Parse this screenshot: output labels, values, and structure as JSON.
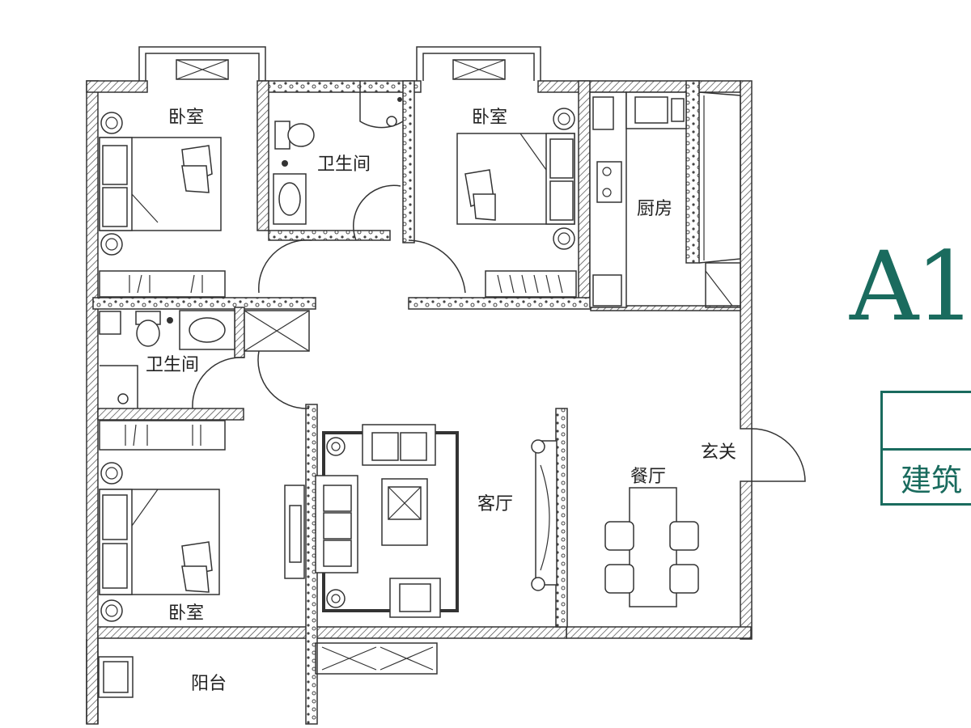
{
  "rooms": {
    "bedroom_top_left": "卧室",
    "bathroom_top": "卫生间",
    "bedroom_top_right": "卧室",
    "kitchen": "厨房",
    "bathroom_left": "卫生间",
    "living_room": "客厅",
    "entrance": "玄关",
    "dining_room": "餐厅",
    "bedroom_bottom": "卧室",
    "balcony": "阳台"
  },
  "unit_title": "A1",
  "info_box": {
    "row2_text": "建筑"
  },
  "colors": {
    "brand": "#1a6b5e",
    "wall_line": "#333333"
  }
}
